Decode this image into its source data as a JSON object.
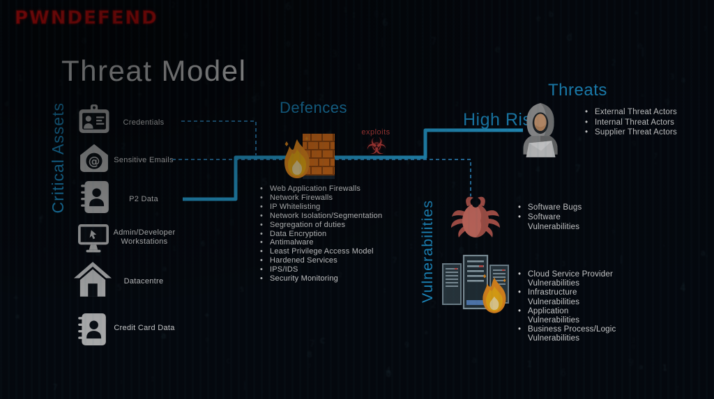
{
  "colors": {
    "accent_blue": "#1f9bd8",
    "line_cyan": "#29abe2",
    "exploit_red": "#e24a45",
    "logo_red": "#fb0d0d",
    "icon_gray": "#c6c6c6"
  },
  "logo": {
    "text": "PWNDEFEND"
  },
  "title": "Threat Model",
  "critical_assets": {
    "heading": "Critical Assets",
    "items": [
      {
        "label": "Credentials",
        "icon": "id-badge-icon"
      },
      {
        "label": "Sensitive Emails",
        "icon": "email-house-icon"
      },
      {
        "label": "P2 Data",
        "icon": "address-book-icon"
      },
      {
        "label": "Admin/Developer Workstations",
        "icon": "workstation-icon"
      },
      {
        "label": "Datacentre",
        "icon": "house-icon"
      },
      {
        "label": "Credit Card Data",
        "icon": "address-book-icon"
      }
    ]
  },
  "defences": {
    "heading": "Defences",
    "items": [
      "Web Application Firewalls",
      "Network Firewalls",
      "IP Whitelisting",
      "Network Isolation/Segmentation",
      "Segregation of duties",
      "Data Encryption",
      "Antimalware",
      "Least Privilege Access Model",
      "Hardened Services",
      "IPS/IDS",
      "Security Monitoring"
    ]
  },
  "flow": {
    "exploits_label": "exploits",
    "high_risk_label": "High Risk",
    "biohazard_glyph": "☣",
    "at_glyph": "@"
  },
  "threats": {
    "heading": "Threats",
    "items": [
      "External Threat Actors",
      "Internal Threat Actors",
      "Supplier Threat Actors"
    ]
  },
  "vulnerabilities": {
    "heading": "Vulnerabilities",
    "software_items": [
      "Software Bugs",
      "Software Vulnerabilities"
    ],
    "platform_items": [
      "Cloud Service Provider Vulnerabilities",
      "Infrastructure Vulnerabilities",
      "Application Vulnerabilities",
      "Business Process/Logic Vulnerabilities"
    ]
  }
}
